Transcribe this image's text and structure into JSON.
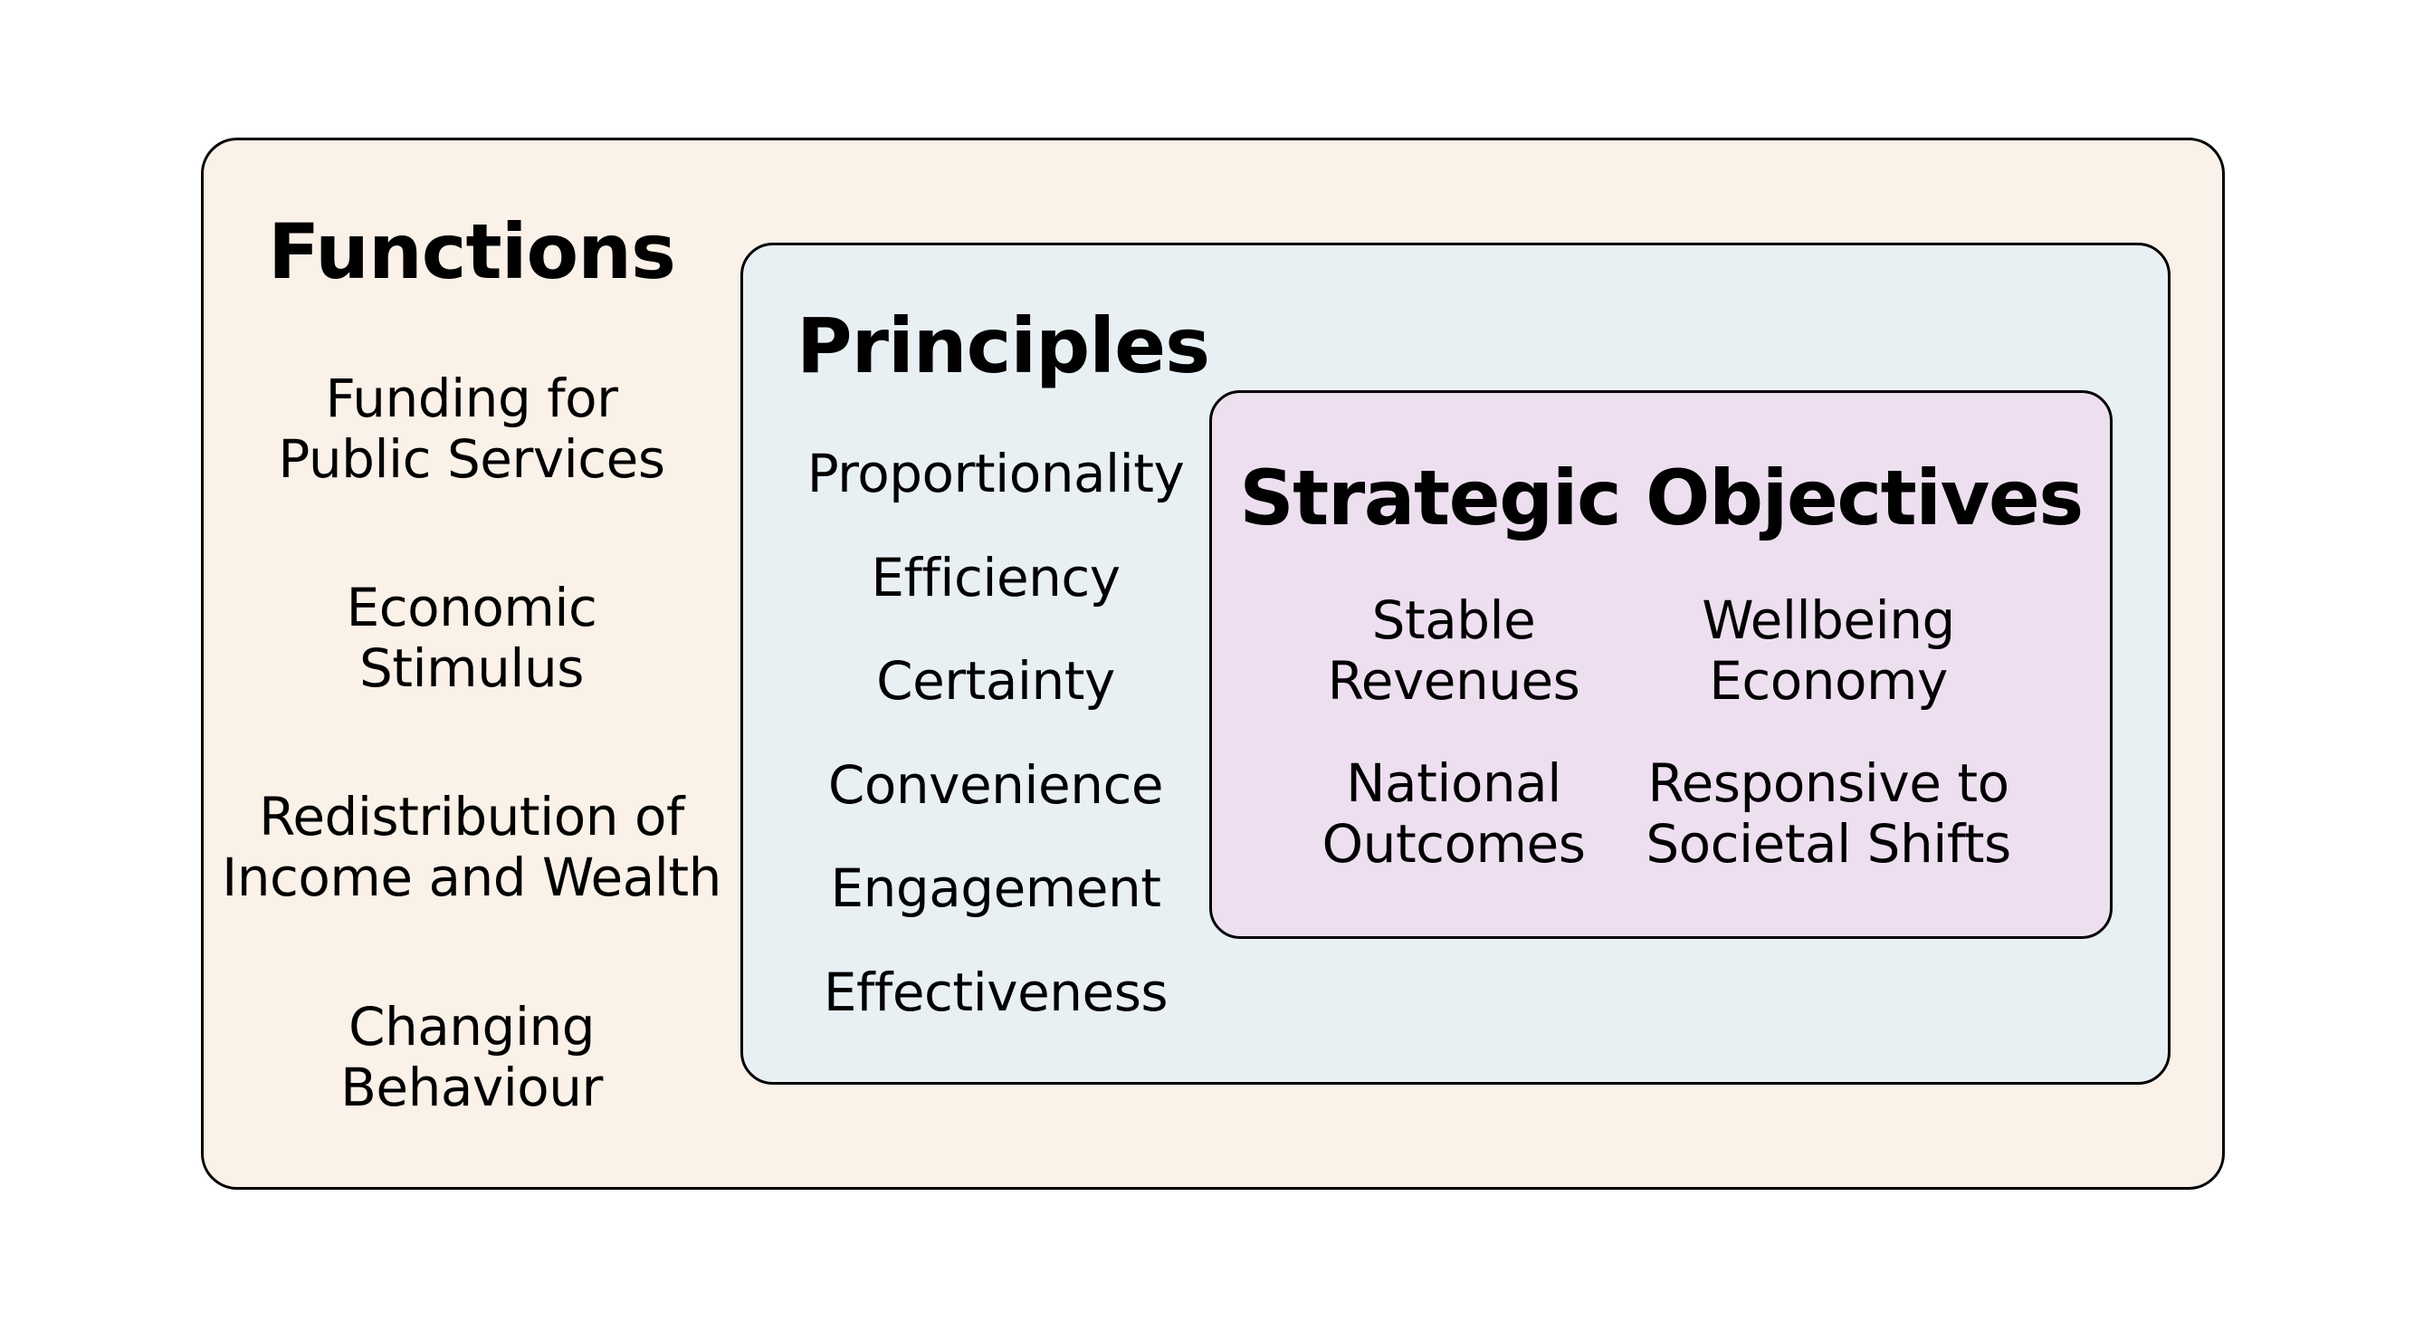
{
  "colors": {
    "functions_bg": "#FAF1E8",
    "principles_bg": "#E8F0F4",
    "objectives_bg": "#EDDFF0",
    "border": "#000000"
  },
  "functions": {
    "title": "Functions",
    "items": [
      "Funding for\nPublic Services",
      "Economic\nStimulus",
      "Redistribution of\nIncome and Wealth",
      "Changing\nBehaviour"
    ]
  },
  "principles": {
    "title": "Principles",
    "items": [
      "Proportionality",
      "Efficiency",
      "Certainty",
      "Convenience",
      "Engagement",
      "Effectiveness"
    ]
  },
  "strategic_objectives": {
    "title": "Strategic Objectives",
    "items": [
      "Stable\nRevenues",
      "Wellbeing\nEconomy",
      "National\nOutcomes",
      "Responsive to\nSocietal Shifts"
    ]
  }
}
